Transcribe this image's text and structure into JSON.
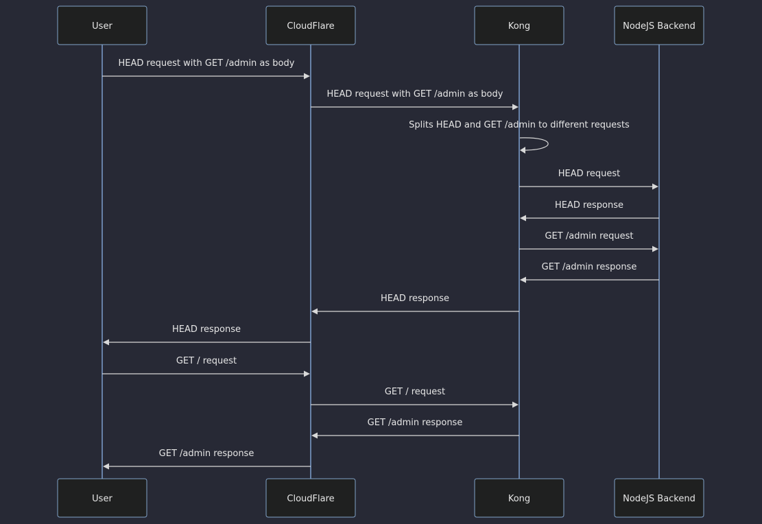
{
  "participants": [
    {
      "id": "user",
      "label": "User"
    },
    {
      "id": "cloudflare",
      "label": "CloudFlare"
    },
    {
      "id": "kong",
      "label": "Kong"
    },
    {
      "id": "nodejs",
      "label": "NodeJS Backend"
    }
  ],
  "messages": [
    {
      "from": "user",
      "to": "cloudflare",
      "label": "HEAD request with GET /admin as body"
    },
    {
      "from": "cloudflare",
      "to": "kong",
      "label": "HEAD request with GET /admin as body"
    },
    {
      "from": "kong",
      "to": "kong",
      "label": "Splits HEAD and GET /admin to different requests"
    },
    {
      "from": "kong",
      "to": "nodejs",
      "label": "HEAD request"
    },
    {
      "from": "nodejs",
      "to": "kong",
      "label": "HEAD response"
    },
    {
      "from": "kong",
      "to": "nodejs",
      "label": "GET /admin request"
    },
    {
      "from": "nodejs",
      "to": "kong",
      "label": "GET /admin response"
    },
    {
      "from": "kong",
      "to": "cloudflare",
      "label": "HEAD response"
    },
    {
      "from": "cloudflare",
      "to": "user",
      "label": "HEAD response"
    },
    {
      "from": "user",
      "to": "cloudflare",
      "label": "GET / request"
    },
    {
      "from": "cloudflare",
      "to": "kong",
      "label": "GET / request"
    },
    {
      "from": "kong",
      "to": "cloudflare",
      "label": "GET /admin response"
    },
    {
      "from": "cloudflare",
      "to": "user",
      "label": "GET /admin response"
    }
  ]
}
